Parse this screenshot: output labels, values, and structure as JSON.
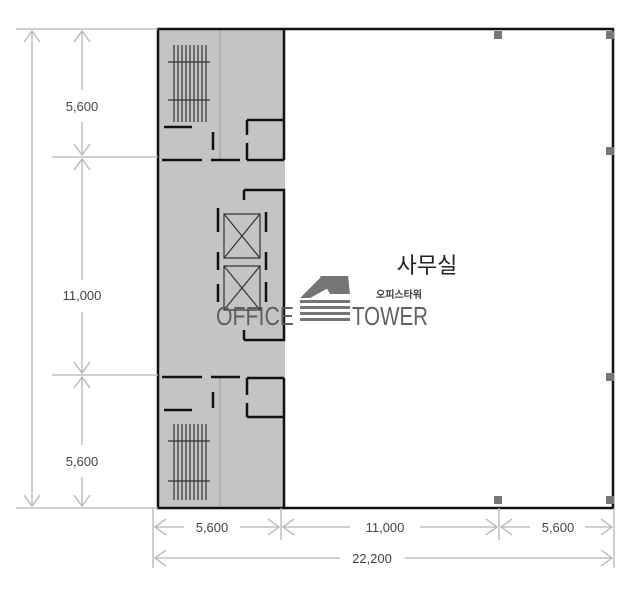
{
  "room_label": "사무실",
  "watermark": {
    "left_word": "OFFICE",
    "right_word": "TOWER",
    "korean": "오피스타워"
  },
  "dimensions": {
    "left": [
      "5,600",
      "11,000",
      "5,600"
    ],
    "bottom": [
      "5,600",
      "11,000",
      "5,600"
    ],
    "total": "22,200"
  },
  "colors": {
    "core_fill": "#c4c4c4",
    "wall": "#111111",
    "dim_line": "#b5b5b5"
  }
}
